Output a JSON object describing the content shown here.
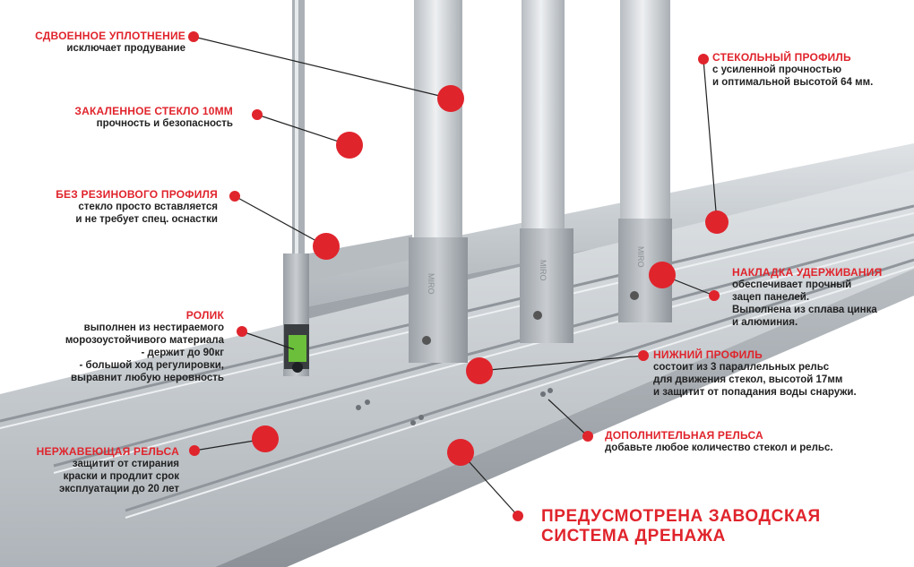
{
  "callouts": {
    "double_seal": {
      "title": "СДВОЕННОЕ УПЛОТНЕНИЕ",
      "text": "исключает продувание"
    },
    "tempered_glass": {
      "title": "ЗАКАЛЕННОЕ СТЕКЛО 10ММ",
      "text": "прочность и безопасность"
    },
    "no_rubber": {
      "title": "БЕЗ РЕЗИНОВОГО ПРОФИЛЯ",
      "text": "стекло просто вставляется\nи не требует спец. оснастки"
    },
    "roller": {
      "title": "РОЛИК",
      "text": "выполнен из нестираемого\nморозоустойчивого материала\n- держит до 90кг\n- большой ход регулировки,\nвыравнит любую неровность"
    },
    "stainless_rail": {
      "title": "НЕРЖАВЕЮЩАЯ РЕЛЬСА",
      "text": "защитит от стирания\nкраски и продлит срок\nэксплуатации до 20 лет"
    },
    "glass_profile": {
      "title": "СТЕКОЛЬНЫЙ ПРОФИЛЬ",
      "text": "с усиленной прочностью\nи оптимальной высотой 64 мм."
    },
    "retaining_cover": {
      "title": "НАКЛАДКА УДЕРЖИВАНИЯ",
      "text": "обеспечивает прочный\nзацеп панелей.\nВыполнена из сплава цинка\nи алюминия."
    },
    "bottom_profile": {
      "title": "НИЖНИЙ ПРОФИЛЬ",
      "text": "состоит из 3 параллельных рельс\nдля движения стекол, высотой 17мм\nи защитит от попадания воды снаружи."
    },
    "extra_rail": {
      "title": "ДОПОЛНИТЕЛЬНАЯ РЕЛЬСА",
      "text": "добавьте любое количество стекол и рельс."
    }
  },
  "drainage": "ПРЕДУСМОТРЕНА ЗАВОДСКАЯ\nСИСТЕМА ДРЕНАЖА",
  "brand_stamp": "MIRO",
  "colors": {
    "accent": "#e0242c",
    "aluminum": "#c4c8cc",
    "aluminum_dark": "#8f959b",
    "text": "#222222"
  }
}
